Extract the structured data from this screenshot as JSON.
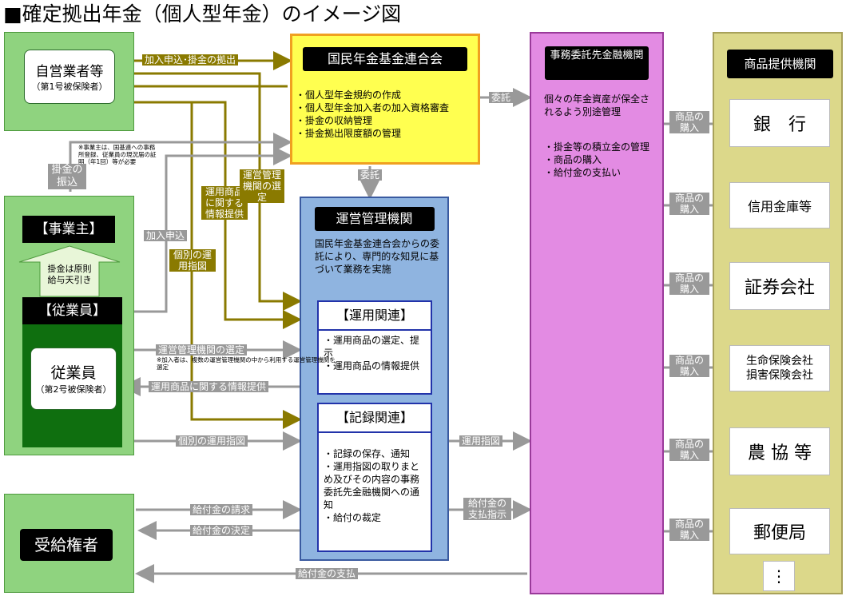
{
  "title": "■確定拠出年金（個人型年金）のイメージ図",
  "self_employed": {
    "name": "自営業者等",
    "sub": "（第1号被保険者）"
  },
  "employer_note": "※事業主は、国基連への事務所登録、従業員の現況届の証明（年1回）等が必要",
  "kakekin_furikomi": "掛金の振込",
  "employer": "【事業主】",
  "payroll_arrow": "掛金は原則給与天引き",
  "employee_header": "【従業員】",
  "employee": {
    "name": "従業員",
    "sub": "（第2号被保険者）"
  },
  "beneficiary": "受給権者",
  "kokumin": {
    "title": "国民年金基金連合会",
    "bullets": [
      "・個人型年金規約の作成",
      "・個人型年金加入者の加入資格審査",
      "・掛金の収納管理",
      "・掛金拠出限度額の管理"
    ]
  },
  "unei": {
    "title": "運営管理機関",
    "desc": "国民年金基金連合会からの委託により、専門的な知見に基づいて業務を実施",
    "unyo_title": "【運用関連】",
    "unyo_bullets": [
      "・運用商品の選定、提示",
      "・運用商品の情報提供"
    ],
    "kiroku_title": "【記録関連】",
    "kiroku_bullets": [
      "・記録の保存、通知",
      "・運用指図の取りまとめ及びその内容の事務委託先金融機関への通知",
      "・給付の裁定"
    ]
  },
  "jimu": {
    "title": "事務委託先金融機関",
    "desc": "個々の年金資産が保全されるよう別途管理",
    "bullets": [
      "・掛金等の積立金の管理",
      "・商品の購入",
      "・給付金の支払い"
    ]
  },
  "providers": {
    "title": "商品提供機関",
    "items": [
      "銀　行",
      "信用金庫等",
      "証券会社",
      "生命保険会社\n損害保険会社",
      "農 協 等",
      "郵便局"
    ],
    "more": "⋮",
    "purchase_label": "商品の購入"
  },
  "labels": {
    "kanyu_kyoshutsu": "加入申込･掛金の拠出",
    "itaku1": "委託",
    "itaku2": "委託",
    "unyo_shohin_joho": "運用商品に関する情報提供",
    "unei_sentei": "運営管理機関の選定",
    "kanyu_moushikomi": "加入申込",
    "kobetsu_shizu_v": "個別の運用指図",
    "sentei_note": "※加入者は、複数の運営管理機関の中から利用する運営管理機関を選定",
    "sentei_main": "運営管理機関の選定",
    "joho_main": "運用商品に関する情報提供",
    "kobetsu_main": "個別の運用指図",
    "unyo_shizu": "運用指図",
    "kyufu_seikyu": "給付金の請求",
    "kyufu_kettei": "給付金の決定",
    "kyufu_shiharai_shiji": "給付金の支払指示",
    "kyufu_shiharai": "給付金の支払"
  }
}
